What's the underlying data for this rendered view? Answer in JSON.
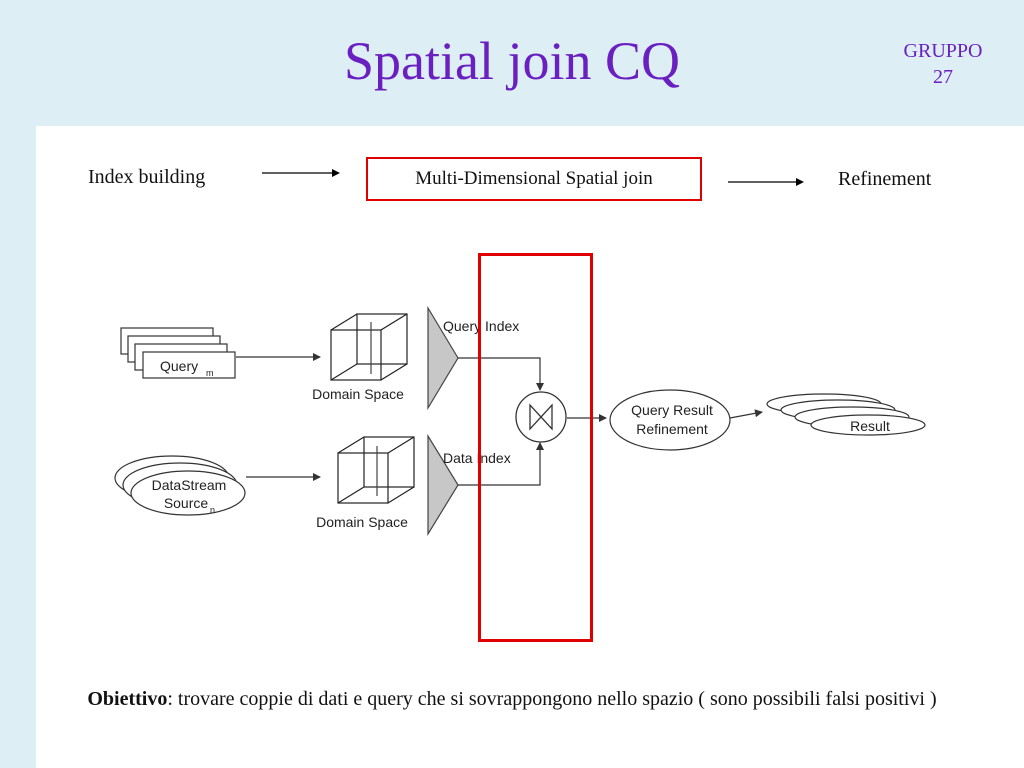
{
  "slide": {
    "title": "Spatial join CQ",
    "group_label": "GRUPPO",
    "group_number": "27"
  },
  "pipeline": {
    "step1": "Index building",
    "step2": "Multi-Dimensional Spatial join",
    "step3": "Refinement"
  },
  "diagram": {
    "query_label": "Query",
    "query_sub": "m",
    "datastream_label_1": "DataStream",
    "datastream_label_2": "Source",
    "datastream_sub": "n",
    "domain_space_top": "Domain Space",
    "domain_space_bottom": "Domain Space",
    "query_index": "Query Index",
    "data_index": "Data Index",
    "refine_line1": "Query Result",
    "refine_line2": "Refinement",
    "result_label": "Result"
  },
  "objective": {
    "label": "Obiettivo",
    "text": ": trovare coppie di dati e query che si sovrappongono nello spazio ( sono possibili falsi positivi )"
  },
  "colors": {
    "title": "#6a1fc0",
    "highlight": "#e00000",
    "background": "#ddeef4"
  }
}
